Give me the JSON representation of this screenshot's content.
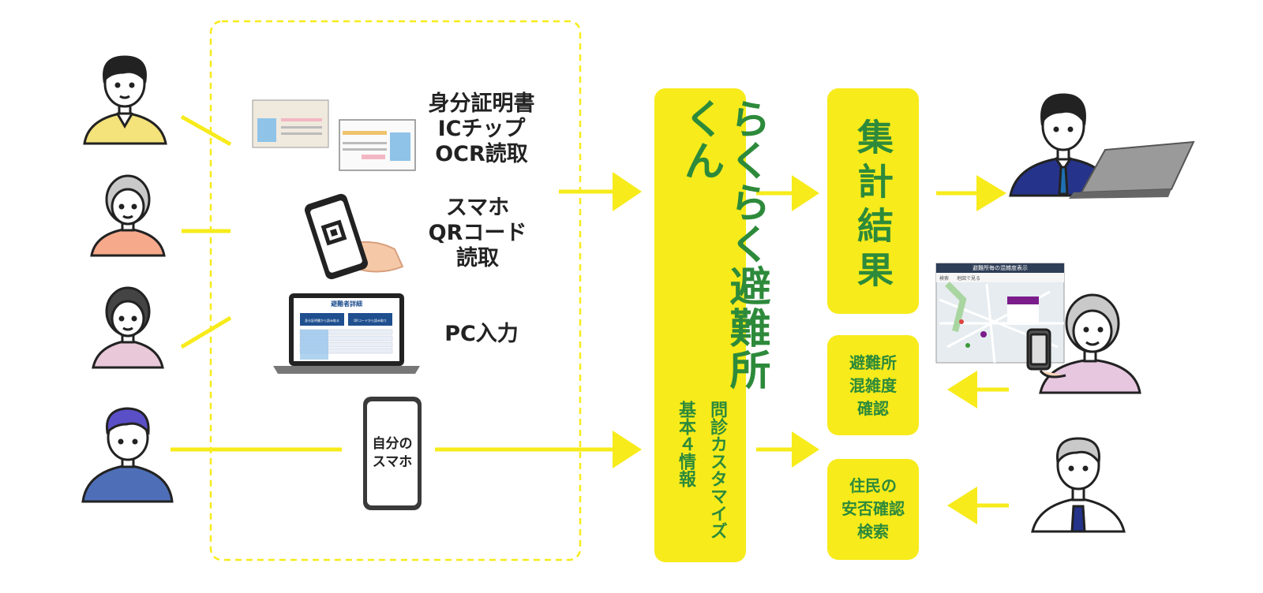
{
  "colors": {
    "yellow": "#f7eb1b",
    "green": "#2d8a3b",
    "dark": "#222222"
  },
  "inputs": {
    "id_card": "身分証明書\nICチップ\nOCR読取",
    "qr": "スマホ\nQRコード\n読取",
    "pc": "PC入力",
    "own_phone": "自分の\nスマホ"
  },
  "laptop_screen": {
    "title": "避難者詳細",
    "btn1": "身分証明書から読み取る",
    "btn2": "QRコードから読み取り"
  },
  "system": {
    "name": "らくらく避難所くん",
    "sub1": "問診カスタマイズ",
    "sub2": "基本４情報"
  },
  "outputs": {
    "summary": "集計結果",
    "congestion": "避難所\n混雑度\n確認",
    "safety": "住民の\n安否確認\n検索"
  },
  "map_panel": {
    "title": "避難所毎の混雑度表示",
    "tab1": "検索",
    "tab2": "地図で見る"
  }
}
